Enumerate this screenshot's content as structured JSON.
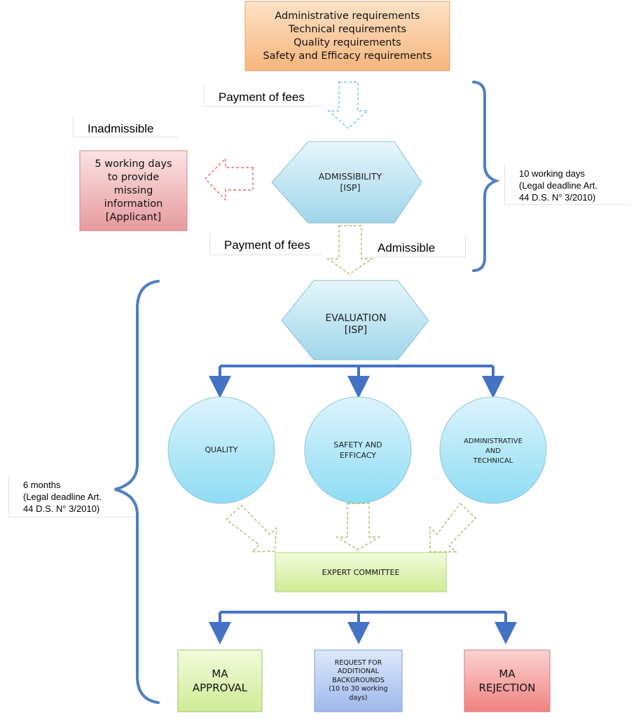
{
  "requirements_box": {
    "text": "Administrative requirements\nTechnical requirements\nQuality requirements\nSafety and Efficacy requirements"
  },
  "payment_top": "Payment of fees",
  "inadmissible": "Inadmissible",
  "missing_info_box": "5 working days\nto provide\nmissing\ninformation\n[Applicant]",
  "admissibility": "ADMISSIBILITY\n[ISP]",
  "ten_days": "10 working days\n(Legal deadline Art.\n44 D.S. N° 3/2010)",
  "payment_bottom": "Payment of fees",
  "admissible": "Admissible",
  "evaluation": "EVALUATION\n[ISP]",
  "branches": {
    "quality": "QUALITY",
    "safety": "SAFETY AND\nEFFICACY",
    "admin": "ADMINISTRATIVE\nAND\nTECHNICAL"
  },
  "six_months": "6 months\n(Legal deadline Art.\n44 D.S. N° 3/2010)",
  "expert_committee": "EXPERT COMMITTEE",
  "outcomes": {
    "approval": "MA\nAPPROVAL",
    "request": "REQUEST FOR\nADDITIONAL\nBACKGROUNDS\n(10 to 30 working\ndays)",
    "rejection": "MA\nREJECTION"
  },
  "colors": {
    "orange": "#f8c79a",
    "pink": "#efb4b6",
    "hex_blue": "#bfe6f2",
    "circle_blue": "#b5e8f8",
    "green": "#dff3b0",
    "lavender": "#b9cdf2",
    "red": "#f5a19f",
    "connector": "#4472c4"
  }
}
